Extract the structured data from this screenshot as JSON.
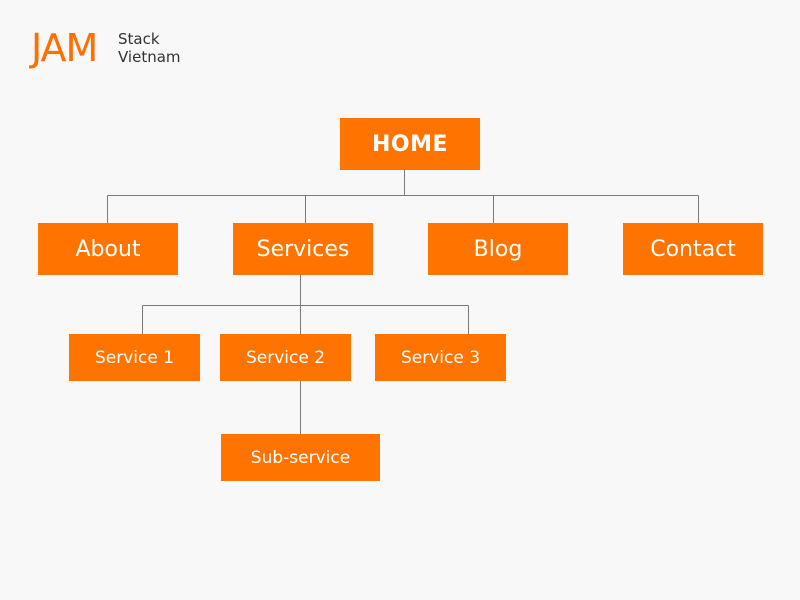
{
  "logo": {
    "mark": "JAM",
    "line1": "Stack",
    "line2": "Vietnam"
  },
  "colors": {
    "node_fill": "#ff7300",
    "node_text": "#ffffff",
    "connector": "#7a7a7a",
    "background": "#f8f8f8",
    "logo_accent": "#ff6e00"
  },
  "sitemap": {
    "root": "HOME",
    "children": [
      {
        "label": "About"
      },
      {
        "label": "Services",
        "children": [
          {
            "label": "Service 1"
          },
          {
            "label": "Service 2",
            "children": [
              {
                "label": "Sub-service"
              }
            ]
          },
          {
            "label": "Service 3"
          }
        ]
      },
      {
        "label": "Blog"
      },
      {
        "label": "Contact"
      }
    ]
  }
}
